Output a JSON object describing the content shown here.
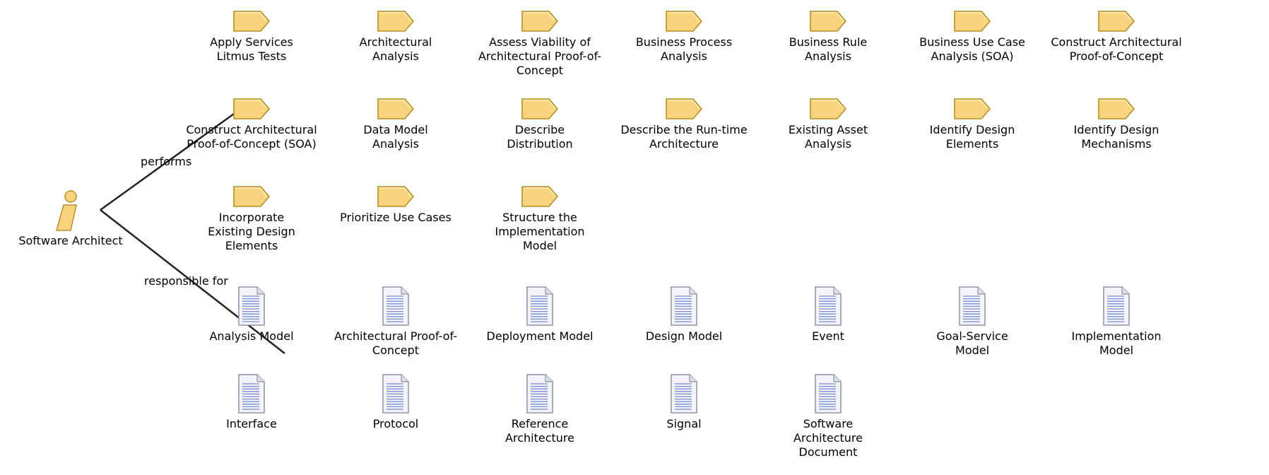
{
  "colors": {
    "task_fill": "#f8d47e",
    "task_stroke": "#b89027",
    "doc_fill": "#f4f5fb",
    "doc_stroke": "#8c94a8",
    "doc_lines": "#7a8bd0",
    "connector": "#222222",
    "actor_fill": "#f8d47e",
    "actor_stroke": "#b89027"
  },
  "actor": {
    "label": "Software Architect",
    "icon": "role-person-icon"
  },
  "relations": {
    "performs": "performs",
    "responsible_for": "responsible for"
  },
  "tasks": [
    {
      "label": "Apply Services Litmus Tests",
      "icon": "task-tag-icon"
    },
    {
      "label": "Architectural Analysis",
      "icon": "task-tag-icon"
    },
    {
      "label": "Assess Viability of Architectural Proof-of-Concept",
      "icon": "task-tag-icon"
    },
    {
      "label": "Business Process Analysis",
      "icon": "task-tag-icon"
    },
    {
      "label": "Business Rule Analysis",
      "icon": "task-tag-icon"
    },
    {
      "label": "Business Use Case Analysis (SOA)",
      "icon": "task-tag-icon"
    },
    {
      "label": "Construct Architectural Proof-of-Concept",
      "icon": "task-tag-icon"
    },
    {
      "label": "Construct Architectural Proof-of-Concept (SOA)",
      "icon": "task-tag-icon"
    },
    {
      "label": "Data Model Analysis",
      "icon": "task-tag-icon"
    },
    {
      "label": "Describe Distribution",
      "icon": "task-tag-icon"
    },
    {
      "label": "Describe the Run-time Architecture",
      "icon": "task-tag-icon"
    },
    {
      "label": "Existing Asset Analysis",
      "icon": "task-tag-icon"
    },
    {
      "label": "Identify Design Elements",
      "icon": "task-tag-icon"
    },
    {
      "label": "Identify Design Mechanisms",
      "icon": "task-tag-icon"
    },
    {
      "label": "Incorporate Existing Design Elements",
      "icon": "task-tag-icon"
    },
    {
      "label": "Prioritize Use Cases",
      "icon": "task-tag-icon"
    },
    {
      "label": "Structure the Implementation Model",
      "icon": "task-tag-icon"
    }
  ],
  "artifacts": [
    {
      "label": "Analysis Model",
      "icon": "document-icon"
    },
    {
      "label": "Architectural Proof-of-Concept",
      "icon": "document-icon"
    },
    {
      "label": "Deployment Model",
      "icon": "document-icon"
    },
    {
      "label": "Design Model",
      "icon": "document-icon"
    },
    {
      "label": "Event",
      "icon": "document-icon"
    },
    {
      "label": "Goal-Service Model",
      "icon": "document-icon"
    },
    {
      "label": "Implementation Model",
      "icon": "document-icon"
    },
    {
      "label": "Interface",
      "icon": "document-icon"
    },
    {
      "label": "Protocol",
      "icon": "document-icon"
    },
    {
      "label": "Reference Architecture",
      "icon": "document-icon"
    },
    {
      "label": "Signal",
      "icon": "document-icon"
    },
    {
      "label": "Software Architecture Document",
      "icon": "document-icon"
    }
  ]
}
